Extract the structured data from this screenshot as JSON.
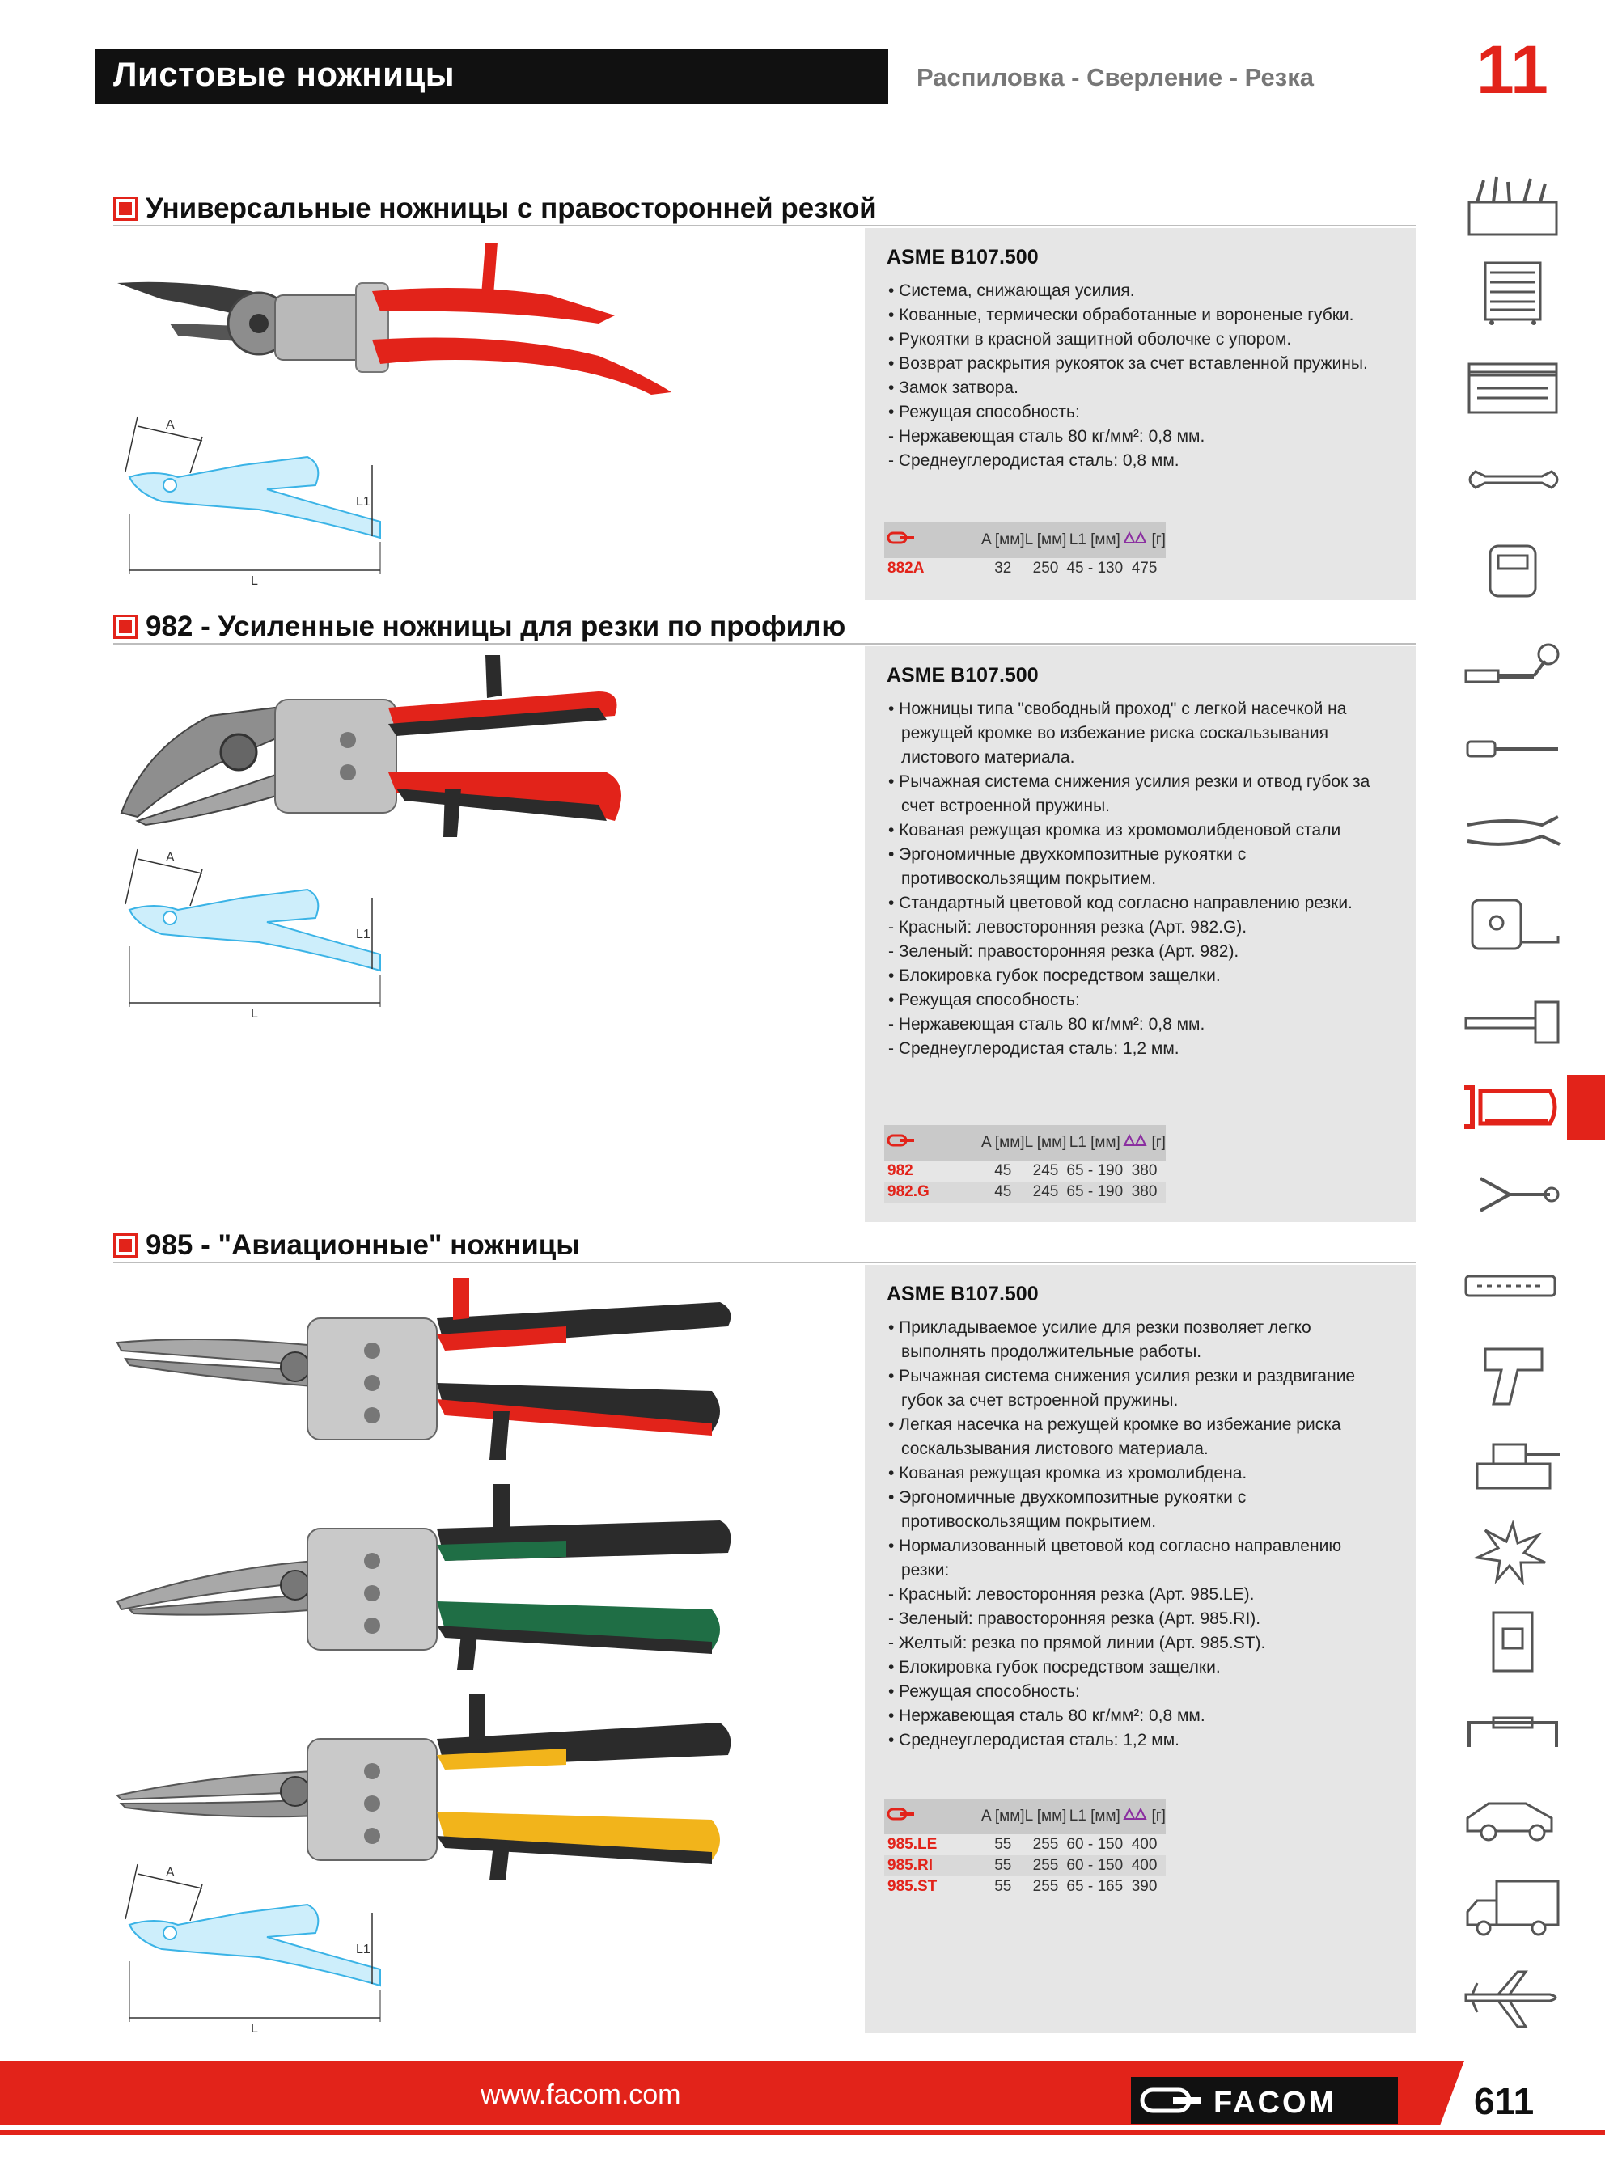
{
  "header": {
    "title": "Листовые ножницы",
    "subtitle": "Распиловка - Сверление - Резка",
    "chapter_number": "11"
  },
  "sections": [
    {
      "title": "Универсальные ножницы с правосторонней резкой",
      "standard": "ASME B107.500",
      "features": [
        {
          "text": "• Система, снижающая усилия.",
          "dash": false
        },
        {
          "text": "• Кованные, термически обработанные и вороненые губки.",
          "dash": false
        },
        {
          "text": "• Рукоятки в красной защитной оболочке с упором.",
          "dash": false
        },
        {
          "text": "• Возврат раскрытия рукояток за счет вставленной пружины.",
          "dash": false
        },
        {
          "text": "• Замок затвора.",
          "dash": false
        },
        {
          "text": "• Режущая способность:",
          "dash": false
        },
        {
          "text": "- Нержавеющая сталь 80 кг/мм²: 0,8 мм.",
          "dash": true
        },
        {
          "text": "- Среднеуглеродистая сталь: 0,8 мм.",
          "dash": true
        }
      ],
      "table": {
        "columns": [
          "A [мм]",
          "L [мм]",
          "L1 [мм]",
          "[г]"
        ],
        "rows": [
          {
            "ref": "882A",
            "a": "32",
            "l": "250",
            "l1": "45 - 130",
            "g": "475"
          }
        ]
      }
    },
    {
      "title": "982 - Усиленные ножницы для резки по профилю",
      "standard": "ASME B107.500",
      "features": [
        {
          "text": "• Ножницы типа \"свободный проход\" с легкой насечкой на режущей кромке во избежание риска соскальзывания листового материала.",
          "dash": false
        },
        {
          "text": "• Рычажная система снижения усилия резки и отвод губок за счет встроенной пружины.",
          "dash": false
        },
        {
          "text": "• Кованая режущая кромка из хромомолибденовой стали",
          "dash": false
        },
        {
          "text": "• Эргономичные двухкомпозитные рукоятки с противоскользящим покрытием.",
          "dash": false
        },
        {
          "text": "• Стандартный цветовой код согласно направлению резки.",
          "dash": false
        },
        {
          "text": "- Красный: левосторонняя резка (Арт. 982.G).",
          "dash": true
        },
        {
          "text": "- Зеленый: правосторонняя резка (Арт. 982).",
          "dash": true
        },
        {
          "text": "• Блокировка губок посредством защелки.",
          "dash": false
        },
        {
          "text": "• Режущая способность:",
          "dash": false
        },
        {
          "text": "- Нержавеющая сталь 80 кг/мм²: 0,8 мм.",
          "dash": true
        },
        {
          "text": "- Среднеуглеродистая сталь: 1,2 мм.",
          "dash": true
        }
      ],
      "table": {
        "columns": [
          "A [мм]",
          "L [мм]",
          "L1 [мм]",
          "[г]"
        ],
        "rows": [
          {
            "ref": "982",
            "a": "45",
            "l": "245",
            "l1": "65 - 190",
            "g": "380"
          },
          {
            "ref": "982.G",
            "a": "45",
            "l": "245",
            "l1": "65 - 190",
            "g": "380"
          }
        ]
      }
    },
    {
      "title": "985 - \"Авиационные\" ножницы",
      "standard": "ASME B107.500",
      "features": [
        {
          "text": "• Прикладываемое усилие для резки позволяет легко выполнять продолжительные работы.",
          "dash": false
        },
        {
          "text": "• Рычажная система снижения усилия резки и раздвигание губок за счет встроенной пружины.",
          "dash": false
        },
        {
          "text": "• Легкая насечка на режущей кромке во избежание риска соскальзывания листового материала.",
          "dash": false
        },
        {
          "text": "• Кованая режущая кромка из хромолибдена.",
          "dash": false
        },
        {
          "text": "• Эргономичные двухкомпозитные рукоятки с противоскользящим покрытием.",
          "dash": false
        },
        {
          "text": "• Нормализованный цветовой код согласно направлению резки:",
          "dash": false
        },
        {
          "text": "- Красный: левосторонняя резка (Арт. 985.LE).",
          "dash": true
        },
        {
          "text": "- Зеленый: правосторонняя резка (Арт. 985.RI).",
          "dash": true
        },
        {
          "text": "- Желтый: резка по прямой линии (Арт. 985.ST).",
          "dash": true
        },
        {
          "text": "• Блокировка губок посредством защелки.",
          "dash": false
        },
        {
          "text": "• Режущая способность:",
          "dash": false
        },
        {
          "text": "• Нержавеющая сталь 80 кг/мм²: 0,8 мм.",
          "dash": false
        },
        {
          "text": "• Среднеуглеродистая сталь: 1,2 мм.",
          "dash": false
        }
      ],
      "table": {
        "columns": [
          "A [мм]",
          "L [мм]",
          "L1 [мм]",
          "[г]"
        ],
        "rows": [
          {
            "ref": "985.LE",
            "a": "55",
            "l": "255",
            "l1": "60 - 150",
            "g": "400"
          },
          {
            "ref": "985.RI",
            "a": "55",
            "l": "255",
            "l1": "60 - 150",
            "g": "400"
          },
          {
            "ref": "985.ST",
            "a": "55",
            "l": "255",
            "l1": "65 - 165",
            "g": "390"
          }
        ]
      }
    }
  ],
  "diagram_labels": {
    "a": "A",
    "l": "L",
    "l1": "L1"
  },
  "side_nav_icons": [
    "tool-box-icon",
    "roller-cabinet-icon",
    "tool-case-icon",
    "wrench-icon",
    "socket-icon",
    "ratchet-icon",
    "screwdriver-icon",
    "pliers-icon",
    "tape-measure-icon",
    "hammer-icon",
    "hacksaw-icon",
    "puller-icon",
    "tester-icon",
    "impact-wrench-icon",
    "vise-icon",
    "safety-icon",
    "electrical-icon",
    "handle-icon",
    "car-icon",
    "truck-icon",
    "aircraft-icon"
  ],
  "active_side_icon": "hacksaw-icon",
  "footer": {
    "url": "www.facom.com",
    "brand": "FACOM",
    "page_number": "611"
  },
  "colors": {
    "accent_red": "#e2231a",
    "header_black": "#111111",
    "panel_gray": "#e6e6e6"
  }
}
